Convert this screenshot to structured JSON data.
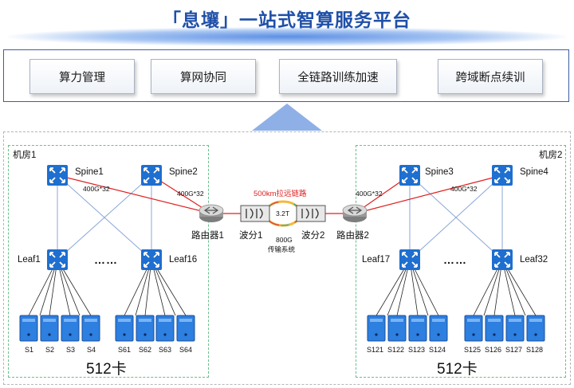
{
  "title": "「息壤」一站式智算服务平台",
  "functions": [
    "算力管理",
    "算网协同",
    "全链路训练加速",
    "跨域断点续训"
  ],
  "room1": {
    "name": "机房1",
    "spines": [
      "Spine1",
      "Spine2"
    ],
    "leaves": [
      "Leaf1",
      "Leaf16"
    ],
    "bandwidth": "400G*32",
    "router": "路由器1",
    "wave": "波分1",
    "servers_a": [
      "S1",
      "S2",
      "S3",
      "S4"
    ],
    "servers_b": [
      "S61",
      "S62",
      "S63",
      "S64"
    ],
    "cards": "512卡"
  },
  "room2": {
    "name": "机房2",
    "spines": [
      "Spine3",
      "Spine4"
    ],
    "leaves": [
      "Leaf17",
      "Leaf32"
    ],
    "bandwidth": "400G*32",
    "router": "路由器2",
    "wave": "波分2",
    "servers_a": [
      "S121",
      "S122",
      "S123",
      "S124"
    ],
    "servers_b": [
      "S125",
      "S126",
      "S127",
      "S128"
    ],
    "cards": "512卡"
  },
  "link": {
    "distance": "500km拉远链路",
    "capacity": "3.2T",
    "system_line1": "800G",
    "system_line2": "传输系统"
  },
  "ellipsis": "……",
  "colors": {
    "accent": "#1f4fa8",
    "device": "#1e6fcf",
    "link": "#e02020",
    "room_border": "#67c08a"
  }
}
